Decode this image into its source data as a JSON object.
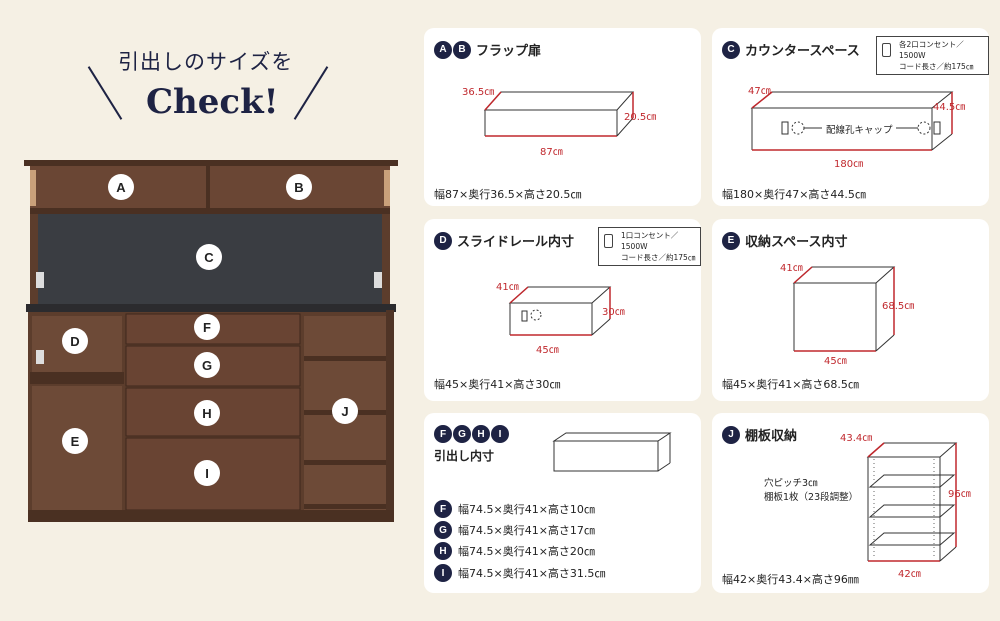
{
  "heading": {
    "sub": "引出しのサイズを",
    "main": "Check!"
  },
  "cabinet_labels": {
    "a": "A",
    "b": "B",
    "c": "C",
    "d": "D",
    "e": "E",
    "f": "F",
    "g": "G",
    "h": "H",
    "i": "I",
    "j": "J"
  },
  "colors": {
    "navy": "#1e2344",
    "red": "#c0282d",
    "wood": "#5c3d2c",
    "background": "#f5f0e4"
  },
  "cards": {
    "ab": {
      "badges": [
        "A",
        "B"
      ],
      "title": "フラップ扉",
      "dims": {
        "depth": "36.5㎝",
        "height": "20.5㎝",
        "width": "87㎝"
      },
      "spec": "幅87×奥行36.5×高さ20.5㎝"
    },
    "c": {
      "badges": [
        "C"
      ],
      "title": "カウンタースペース",
      "outlet": {
        "line1": "各2口コンセント／1500W",
        "line2": "コード長さ／約175㎝"
      },
      "dims": {
        "depth": "47㎝",
        "height": "44.5㎝",
        "width": "180㎝"
      },
      "note": "配線孔キャップ",
      "spec": "幅180×奥行47×高さ44.5㎝"
    },
    "d": {
      "badges": [
        "D"
      ],
      "title": "スライドレール内寸",
      "outlet": {
        "line1": "1口コンセント／1500W",
        "line2": "コード長さ／約175㎝"
      },
      "dims": {
        "depth": "41㎝",
        "height": "30㎝",
        "width": "45㎝"
      },
      "spec": "幅45×奥行41×高さ30㎝"
    },
    "e": {
      "badges": [
        "E"
      ],
      "title": "収納スペース内寸",
      "dims": {
        "depth": "41㎝",
        "height": "68.5㎝",
        "width": "45㎝"
      },
      "spec": "幅45×奥行41×高さ68.5㎝"
    },
    "fghi": {
      "badges": [
        "F",
        "G",
        "H",
        "I"
      ],
      "title": "引出し内寸",
      "rows": [
        {
          "badge": "F",
          "text": "幅74.5×奥行41×高さ10㎝"
        },
        {
          "badge": "G",
          "text": "幅74.5×奥行41×高さ17㎝"
        },
        {
          "badge": "H",
          "text": "幅74.5×奥行41×高さ20㎝"
        },
        {
          "badge": "I",
          "text": "幅74.5×奥行41×高さ31.5㎝"
        }
      ]
    },
    "j": {
      "badges": [
        "J"
      ],
      "title": "棚板収納",
      "dims": {
        "depth": "43.4㎝",
        "height": "96㎝",
        "width": "42㎝"
      },
      "note1": "穴ピッチ3㎝",
      "note2": "棚板1枚（23段調整）",
      "spec": "幅42×奥行43.4×高さ96㎜"
    }
  }
}
